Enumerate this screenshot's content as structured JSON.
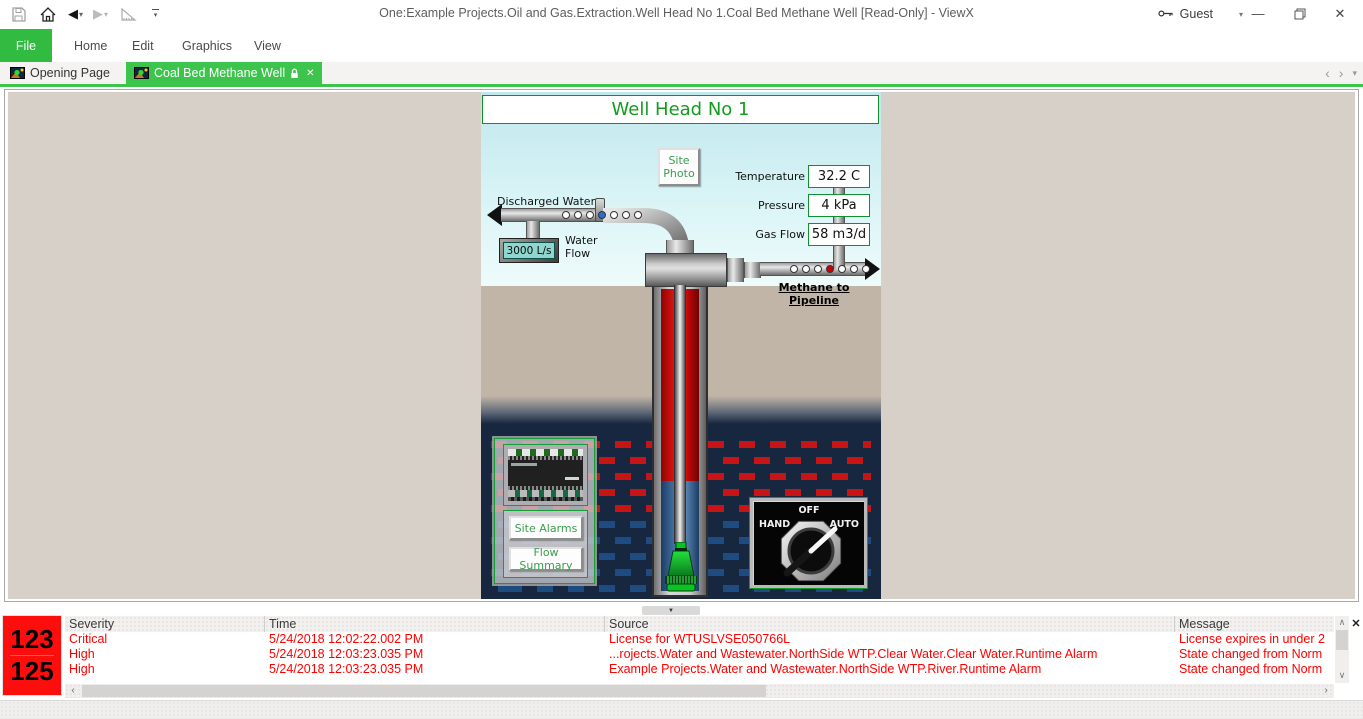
{
  "window": {
    "title": "One:Example Projects.Oil and Gas.Extraction.Well Head No 1.Coal Bed Methane Well [Read-Only] - ViewX",
    "user": "Guest"
  },
  "ribbon": {
    "file": "File",
    "tabs": [
      "Home",
      "Edit",
      "Graphics",
      "View"
    ]
  },
  "doc_tabs": {
    "inactive": "Opening Page",
    "active": "Coal Bed Methane Well"
  },
  "display": {
    "title": "Well Head No 1",
    "site_photo": "Site Photo",
    "readings": [
      {
        "label": "Temperature",
        "value": "32.2 C"
      },
      {
        "label": "Pressure",
        "value": "4 kPa"
      },
      {
        "label": "Gas Flow",
        "value": "58 m3/d"
      }
    ],
    "discharged_water": "Discharged Water",
    "water_flow_value": "3000 L/s",
    "water_flow_label": "Water Flow",
    "methane_link": "Methane to Pipeline",
    "site_alarms_button": "Site Alarms",
    "flow_summary_button": "Flow Summary",
    "hoa": {
      "hand": "HAND",
      "off": "OFF",
      "auto": "AUTO"
    }
  },
  "alarms": {
    "count_top": "123",
    "count_bottom": "125",
    "columns": [
      "Severity",
      "Time",
      "Source",
      "Message"
    ],
    "rows": [
      {
        "severity": "Critical",
        "time": "5/24/2018 12:02:22.002 PM",
        "source": "License for WTUSLVSE050766L",
        "message": "License expires in under 2"
      },
      {
        "severity": "High",
        "time": "5/24/2018 12:03:23.035 PM",
        "source": "...rojects.Water and Wastewater.NorthSide WTP.Clear Water.Clear Water.Runtime Alarm",
        "message": "State changed from Norm"
      },
      {
        "severity": "High",
        "time": "5/24/2018 12:03:23.035 PM",
        "source": "Example Projects.Water and Wastewater.NorthSide WTP.River.Runtime Alarm",
        "message": "State changed from Norm"
      }
    ]
  },
  "icons": {
    "back": "◀",
    "forward": "▶",
    "caret_down": "▾",
    "minimize": "—",
    "close": "✕",
    "chevron_left": "‹",
    "chevron_right": "›",
    "scroll_up": "∧",
    "scroll_down": "∨",
    "splitter_down": "▼",
    "lock": "lock-glyph",
    "key": "key-glyph",
    "save": "floppy-glyph",
    "home": "house-glyph",
    "ruler": "set-square-glyph"
  },
  "colors": {
    "accent_green": "#3dc44d",
    "hmi_green": "#0f8f2f",
    "alarm_red": "#ff0000",
    "counter_red": "#fe0d0d",
    "underground_navy": "#16273f",
    "ground_tan": "#c0b5a6",
    "gauge_teal": "#8fd6ce"
  }
}
